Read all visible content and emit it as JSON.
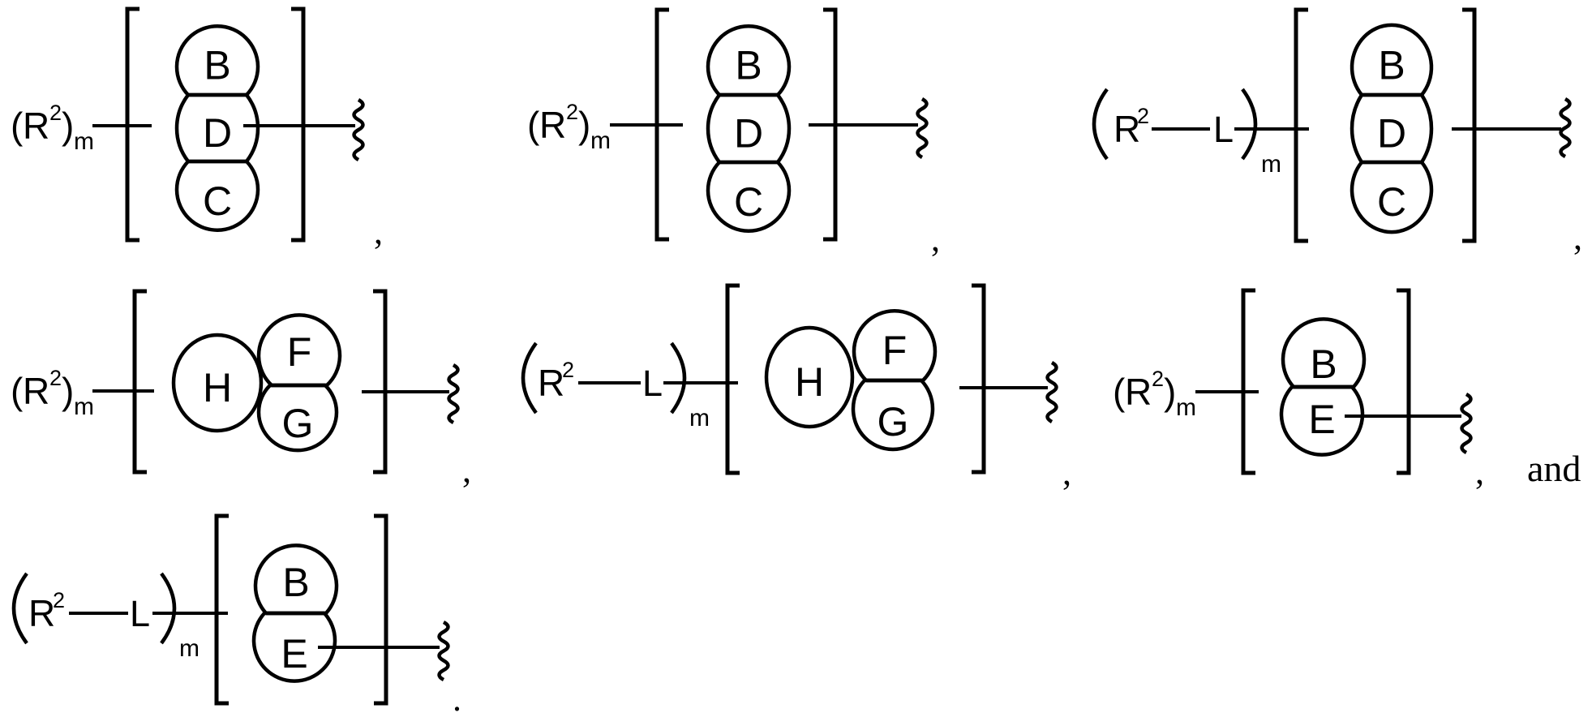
{
  "figure": {
    "background": "#ffffff",
    "ink": "#000000",
    "conjunction": "and",
    "formulas": [
      {
        "name": "formula-1",
        "substituent": {
          "open": "(",
          "base": "R",
          "sup": "2",
          "close": ")",
          "sub": "m"
        },
        "rings": [
          "B",
          "D",
          "C"
        ],
        "cluster": "vertical-fused-stack-3",
        "attachment": "bond-from-ring-D-to-squiggle",
        "separator": ","
      },
      {
        "name": "formula-2",
        "substituent": {
          "open": "(",
          "base": "R",
          "sup": "2",
          "close": ")",
          "sub": "m"
        },
        "rings": [
          "B",
          "D",
          "C"
        ],
        "cluster": "vertical-fused-stack-3",
        "attachment": "bond-from-bracket-to-squiggle",
        "separator": ","
      },
      {
        "name": "formula-3",
        "substituent": {
          "open": "(",
          "base": "R",
          "sup": "2",
          "linker": "L",
          "close": ")",
          "sub": "m"
        },
        "rings": [
          "B",
          "D",
          "C"
        ],
        "cluster": "vertical-fused-stack-3",
        "attachment": "bond-from-bracket-to-squiggle",
        "separator": ","
      },
      {
        "name": "formula-4",
        "substituent": {
          "open": "(",
          "base": "R",
          "sup": "2",
          "close": ")",
          "sub": "m"
        },
        "rings": [
          "H",
          "F",
          "G"
        ],
        "cluster": "large-ring-fused-to-stacked-pair",
        "attachment": "bond-from-bracket-to-squiggle",
        "separator": ","
      },
      {
        "name": "formula-5",
        "substituent": {
          "open": "(",
          "base": "R",
          "sup": "2",
          "linker": "L",
          "close": ")",
          "sub": "m"
        },
        "rings": [
          "H",
          "F",
          "G"
        ],
        "cluster": "large-ring-fused-to-stacked-pair",
        "attachment": "bond-from-bracket-to-squiggle",
        "separator": ","
      },
      {
        "name": "formula-6",
        "substituent": {
          "open": "(",
          "base": "R",
          "sup": "2",
          "close": ")",
          "sub": "m"
        },
        "rings": [
          "B",
          "E"
        ],
        "cluster": "vertical-fused-stack-2",
        "attachment": "bond-from-ring-E-to-squiggle",
        "separator": ","
      },
      {
        "name": "formula-7",
        "substituent": {
          "open": "(",
          "base": "R",
          "sup": "2",
          "linker": "L",
          "close": ")",
          "sub": "m"
        },
        "rings": [
          "B",
          "E"
        ],
        "cluster": "vertical-fused-stack-2",
        "attachment": "bond-from-ring-E-to-squiggle",
        "separator": "."
      }
    ]
  }
}
